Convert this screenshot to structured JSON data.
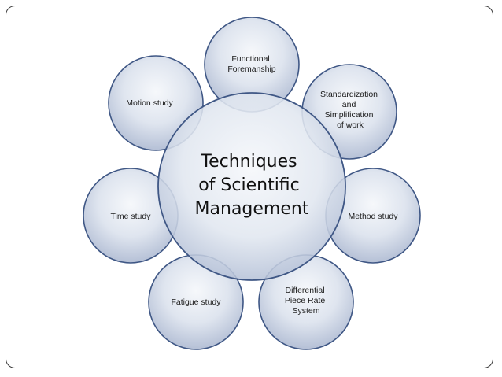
{
  "diagram": {
    "center": {
      "lines": [
        "Techniques",
        "of Scientific",
        "Management"
      ]
    },
    "satellites": [
      {
        "id": "functional-foremanship",
        "lines": [
          "Functional",
          "Foremanship"
        ]
      },
      {
        "id": "standardization",
        "lines": [
          "Standardization",
          "and",
          "Simplification",
          "of work"
        ]
      },
      {
        "id": "method-study",
        "lines": [
          "Method study"
        ]
      },
      {
        "id": "differential-piece-rate",
        "lines": [
          "Differential",
          "Piece Rate",
          "System"
        ]
      },
      {
        "id": "fatigue-study",
        "lines": [
          "Fatigue study"
        ]
      },
      {
        "id": "time-study",
        "lines": [
          "Time study"
        ]
      },
      {
        "id": "motion-study",
        "lines": [
          "Motion study"
        ]
      }
    ],
    "colors": {
      "fill_light": "#f4f6fa",
      "fill_dark": "#b7c2d8",
      "stroke": "#3f5785"
    }
  }
}
